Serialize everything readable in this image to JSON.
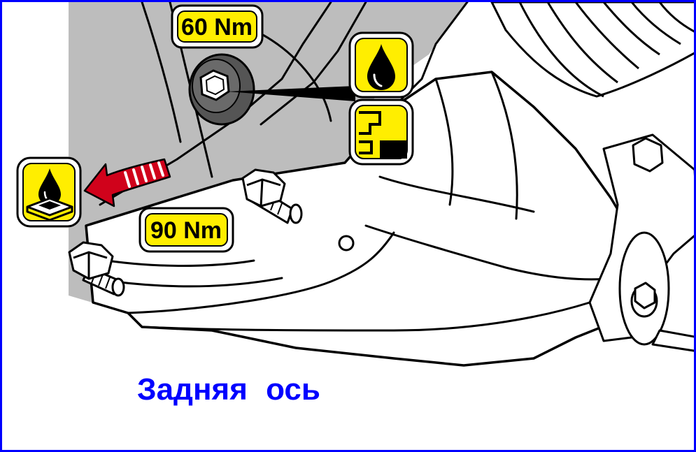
{
  "torque_labels": {
    "drain_plug": "60 Nm",
    "mount_bolts": "90 Nm"
  },
  "caption": "Задняя  ось",
  "icons": {
    "oil_drop": "oil-drop-icon",
    "oil_level": "oil-level-icon",
    "sealant": "sealant-drop-icon",
    "removal_arrow": "red-arrow-icon"
  },
  "colors": {
    "frame": "#0000ff",
    "caption": "#0000ff",
    "label_fill": "#ffee00",
    "icon_fill": "#ffee00",
    "arrow": "#d0021b",
    "housing_shade": "#bdbdbd"
  }
}
